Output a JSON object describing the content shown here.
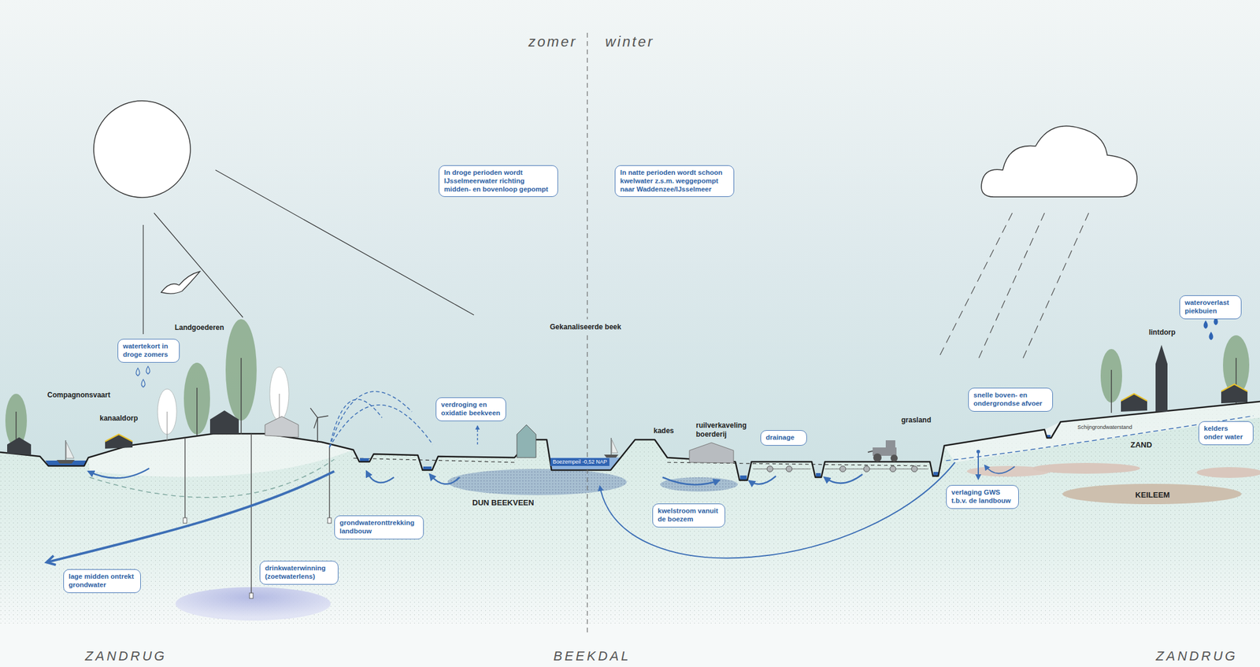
{
  "diagram": {
    "nodes": [
      {
        "text": [
          "In droge perioden wordt IJsselmeerwater richting midden- en bovenloop gepompt"
        ]
      },
      {
        "text": [
          "In natte perioden wordt schoon kwelwater z.s.m. weggepompt naar Waddenzee/IJsselmeer"
        ]
      },
      {
        "text": [
          "wateroverlast piekbuien"
        ]
      },
      {
        "text": [
          "watertekort in droge zomers"
        ]
      },
      {
        "text": [
          "snelle boven- en ondergrondse afvoer"
        ]
      },
      {
        "text": [
          "verdroging en oxidatie beekveen"
        ]
      },
      {
        "text": [
          "kelders onder water"
        ]
      },
      {
        "text": [
          "drainage"
        ]
      },
      {
        "text": [
          "Boezempeil -0,52 NAP"
        ]
      },
      {
        "text": [
          "verlaging GWS t.b.v. de landbouw"
        ]
      },
      {
        "text": [
          "kwelstroom vanuit de boezem"
        ]
      },
      {
        "text": [
          "grondwateronttrekking landbouw"
        ]
      },
      {
        "text": [
          "drinkwaterwinning (zoetwaterlens)"
        ]
      },
      {
        "text": [
          "lage midden ontrekt grondwater"
        ]
      }
    ],
    "labels": [
      "zomer",
      "winter",
      "Landgoederen",
      "Gekanaliseerde beek",
      "lintdorp",
      "Compagnonsvaart",
      "kanaaldorp",
      "grasland",
      "ruilverkaveling boerderij",
      "kades",
      "Schijngrondwaterstand",
      "ZAND",
      "DUN BEEKVEEN",
      "KEILEEM",
      "ZANDRUG",
      "BEEKDAL",
      "ZANDRUG"
    ]
  }
}
